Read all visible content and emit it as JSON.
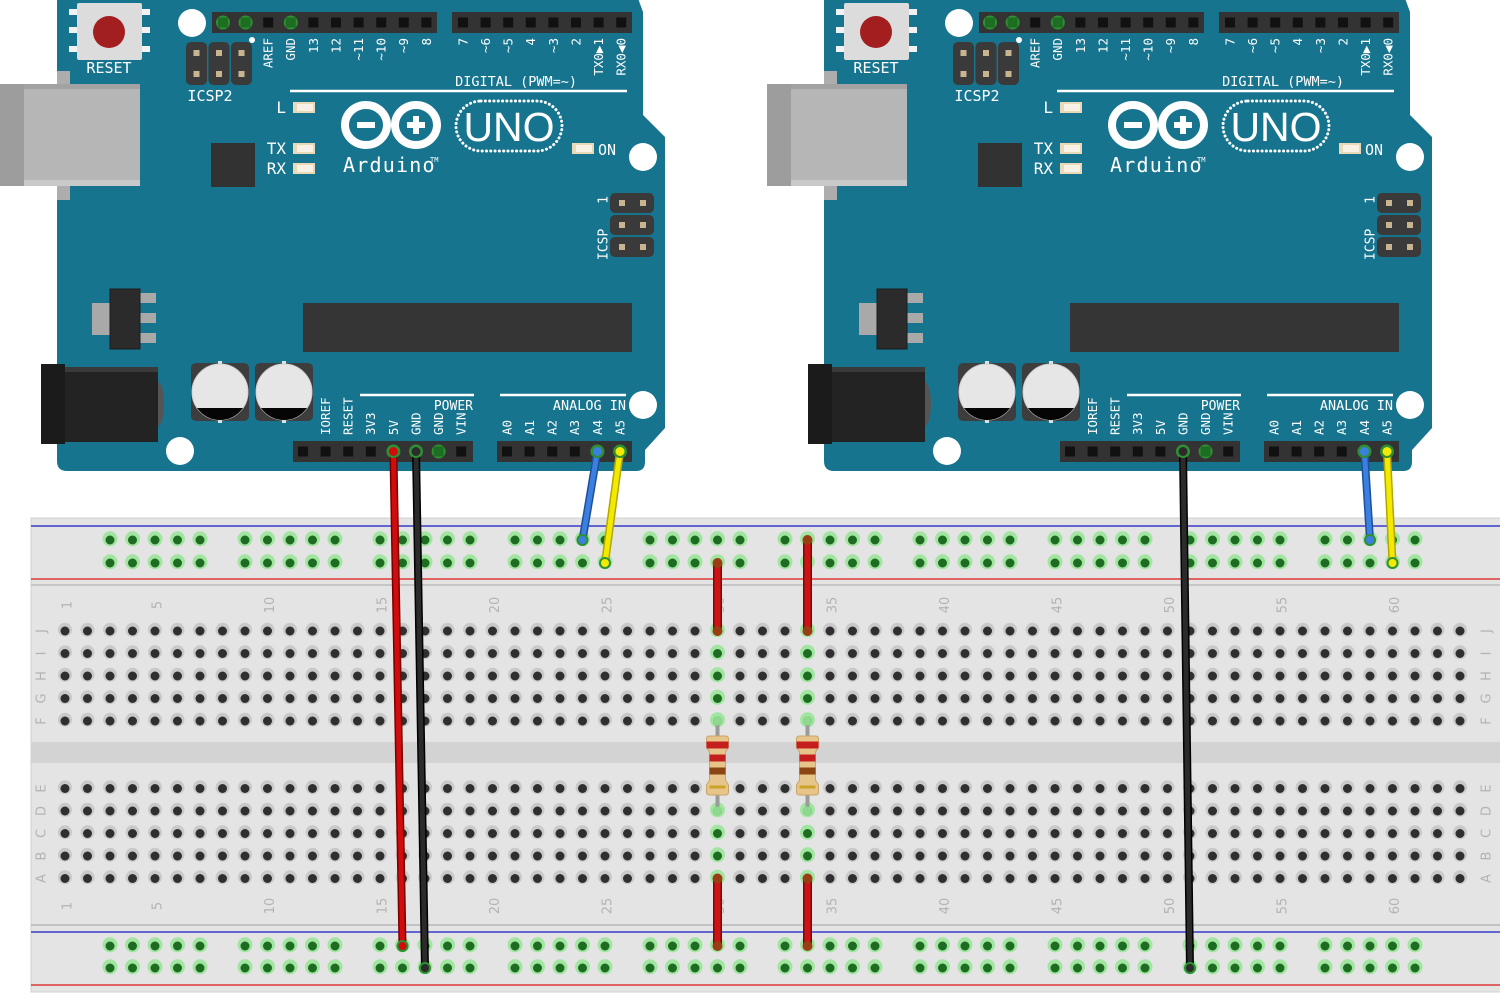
{
  "arduino_uno": {
    "reset_label": "RESET",
    "icsp2_label": "ICSP2",
    "icsp_label": "ICSP",
    "icsp_pin1_label": "1",
    "led_l_label": "L",
    "led_tx_label": "TX",
    "led_rx_label": "RX",
    "led_on_label": "ON",
    "brand": "Arduino",
    "trademark": "TM",
    "model": "UNO",
    "digital_section_label": "DIGITAL (PWM=~)",
    "power_section_label": "POWER",
    "analog_section_label": "ANALOG IN",
    "headers": {
      "digital_high": [
        "",
        "",
        "AREF",
        "GND",
        "13",
        "12",
        "~11",
        "~10",
        "~9",
        "8"
      ],
      "digital_low": [
        "7",
        "~6",
        "~5",
        "4",
        "~3",
        "2",
        "TX0▶1",
        "RX0◀0"
      ],
      "power": [
        "",
        "IOREF",
        "RESET",
        "3V3",
        "5V",
        "GND",
        "GND",
        "VIN"
      ],
      "analog": [
        "A0",
        "A1",
        "A2",
        "A3",
        "A4",
        "A5"
      ]
    },
    "colors": {
      "pcb": "#17748f",
      "silkscreen": "#ffffff",
      "header": "#333333",
      "pin": "#111111",
      "active_pin": "#1d6e22",
      "chip": "#353535",
      "reset_button": "#a31f1f",
      "usb": "#b6b6b6",
      "led": "#ead9b6"
    }
  },
  "boards": [
    {
      "name": "arduino-1",
      "active_pins": {
        "digital_high": [
          0,
          1,
          3
        ],
        "digital_low": [],
        "power": [
          4,
          5,
          6
        ],
        "analog": [
          4,
          5
        ]
      }
    },
    {
      "name": "arduino-2",
      "active_pins": {
        "digital_high": [
          0,
          1,
          3
        ],
        "digital_low": [],
        "power": [
          5,
          6
        ],
        "analog": [
          4,
          5
        ]
      }
    }
  ],
  "breadboard": {
    "columns": 63,
    "rows_upper": [
      "J",
      "I",
      "H",
      "G",
      "F"
    ],
    "rows_lower": [
      "E",
      "D",
      "C",
      "B",
      "A"
    ],
    "column_labels": [
      "1",
      "5",
      "10",
      "15",
      "20",
      "25",
      "30",
      "35",
      "40",
      "45",
      "50",
      "55",
      "60"
    ],
    "rail_groups": 10,
    "rail_group_size": 5,
    "rail_first_column": 3,
    "rail_group_stride": 6,
    "connected_columns": [
      30,
      34
    ],
    "colors": {
      "body": "#e4e4e4",
      "channel": "#d3d3d3",
      "hole": "#2f2f2f",
      "hole_shadow": "#c9c9c9",
      "connected_hole": "#1e6b22",
      "connected_glow": "#a1e5a1",
      "rail_positive": "#e03a3a",
      "rail_negative": "#3b3bc8"
    }
  },
  "wires": [
    {
      "name": "wire-5v-board1",
      "color": "#d10c0c",
      "outline": "#7a0000",
      "from": {
        "board": 0,
        "header": "power",
        "pin": 4
      },
      "to": {
        "rail": "bottom",
        "row": 1,
        "column": 16
      }
    },
    {
      "name": "wire-gnd-board1",
      "color": "#2b2b2b",
      "outline": "#000000",
      "from": {
        "board": 0,
        "header": "power",
        "pin": 5
      },
      "to": {
        "rail": "bottom",
        "row": 2,
        "column": 17
      }
    },
    {
      "name": "wire-a4-board1",
      "color": "#3b7fe0",
      "outline": "#1f4f9a",
      "from": {
        "board": 0,
        "header": "analog",
        "pin": 4
      },
      "to": {
        "rail": "top",
        "row": 1,
        "column": 24
      }
    },
    {
      "name": "wire-a5-board1",
      "color": "#f3ea00",
      "outline": "#b3a600",
      "from": {
        "board": 0,
        "header": "analog",
        "pin": 5
      },
      "to": {
        "rail": "top",
        "row": 2,
        "column": 25
      }
    },
    {
      "name": "wire-gnd-board2",
      "color": "#2b2b2b",
      "outline": "#000000",
      "from": {
        "board": 1,
        "header": "power",
        "pin": 5
      },
      "to": {
        "rail": "bottom",
        "row": 2,
        "column": 51
      }
    },
    {
      "name": "wire-a4-board2",
      "color": "#3b7fe0",
      "outline": "#1f4f9a",
      "from": {
        "board": 1,
        "header": "analog",
        "pin": 4
      },
      "to": {
        "rail": "top",
        "row": 1,
        "column": 59
      }
    },
    {
      "name": "wire-a5-board2",
      "color": "#f3ea00",
      "outline": "#b3a600",
      "from": {
        "board": 1,
        "header": "analog",
        "pin": 5
      },
      "to": {
        "rail": "top",
        "row": 2,
        "column": 60
      }
    }
  ],
  "jumpers": [
    {
      "color": "#cc1414",
      "outline": "#7d0707",
      "column": 30,
      "from": {
        "rail": "top",
        "row": 2
      },
      "to": {
        "row": "J"
      }
    },
    {
      "color": "#cc1414",
      "outline": "#7d0707",
      "column": 34,
      "from": {
        "rail": "top",
        "row": 1
      },
      "to": {
        "row": "J"
      }
    },
    {
      "color": "#cc1414",
      "outline": "#7d0707",
      "column": 30,
      "from": {
        "row": "A"
      },
      "to": {
        "rail": "bottom",
        "row": 1
      }
    },
    {
      "color": "#cc1414",
      "outline": "#7d0707",
      "column": 34,
      "from": {
        "row": "A"
      },
      "to": {
        "rail": "bottom",
        "row": 1
      }
    }
  ],
  "resistors": [
    {
      "column": 30,
      "from_row": "F",
      "to_row": "D",
      "bands": [
        "#c41e1e",
        "#c41e1e",
        "#8a4513",
        "#c9a227"
      ]
    },
    {
      "column": 34,
      "from_row": "F",
      "to_row": "D",
      "bands": [
        "#c41e1e",
        "#c41e1e",
        "#8a4513",
        "#c9a227"
      ]
    }
  ]
}
